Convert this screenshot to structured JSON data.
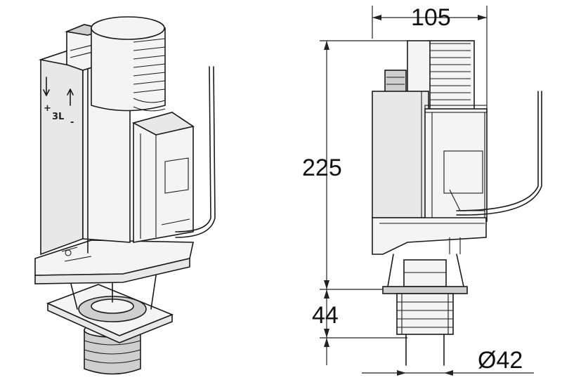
{
  "dimensions": {
    "width_top": "105",
    "height": "225",
    "bottom_height": "44",
    "diameter": "Ø42"
  },
  "iso_view_markings": {
    "volume": "3L",
    "plus": "+",
    "minus": "-"
  }
}
